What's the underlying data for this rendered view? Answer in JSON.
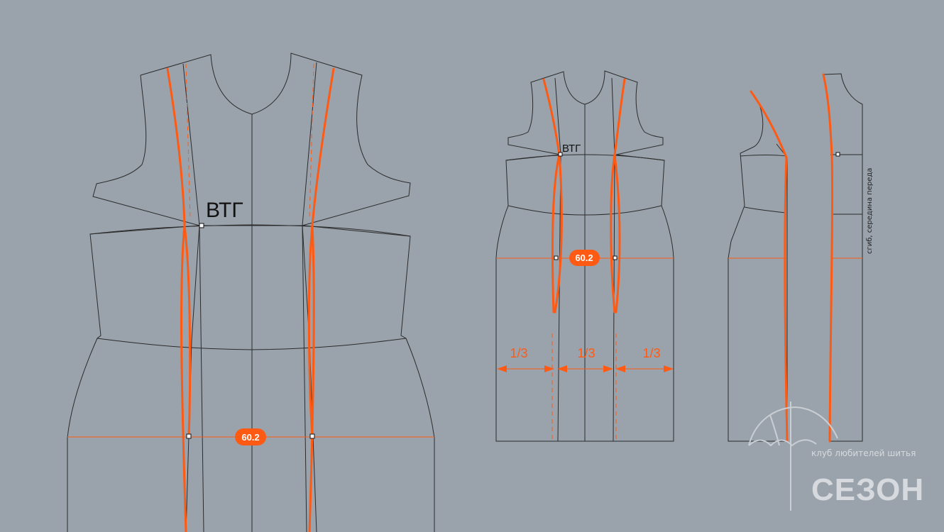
{
  "large_pattern": {
    "bust_point_label": "ВТГ",
    "measure_label": "60.2"
  },
  "medium_pattern": {
    "bust_point_label": "ВТГ",
    "measure_label": "60.2",
    "fractions": [
      "1/3",
      "1/3",
      "1/3"
    ]
  },
  "side_pattern": {
    "fold_note": "сгиб, середина переда"
  },
  "watermark": {
    "tagline": "клуб любителей шитья",
    "brand": "СЕЗОН"
  },
  "colors": {
    "background": "#9aa3ac",
    "accent": "#ff5a14",
    "line": "#2b2b2b"
  }
}
